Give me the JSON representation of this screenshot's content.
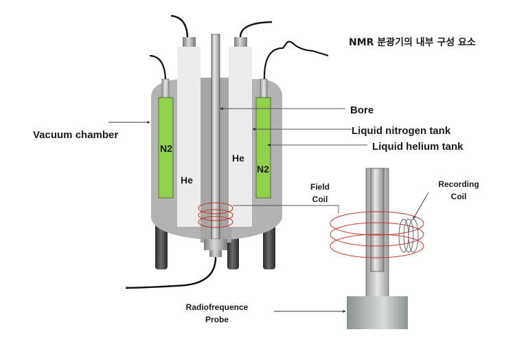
{
  "title": "NMR 분광기의 내부 구성 요소",
  "labels": {
    "vacuum_chamber": "Vacuum chamber",
    "bore": "Bore",
    "liquid_nitrogen_tank": "Liquid nitrogen tank",
    "liquid_helium_tank": "Liquid helium tank",
    "field_coil_line1": "Field",
    "field_coil_line2": "Coil",
    "recording_coil_line1": "Recording",
    "recording_coil_line2": "Coil",
    "rf_probe_line1": "Radiofrequence",
    "rf_probe_line2": "Probe",
    "n2_left": "N2",
    "n2_right": "N2",
    "he_left": "He",
    "he_right": "He"
  },
  "colors": {
    "nitrogen": "#8fd14f",
    "coil": "#c0392b",
    "chamber": "#b0b0b0",
    "helium": "#ececec"
  }
}
